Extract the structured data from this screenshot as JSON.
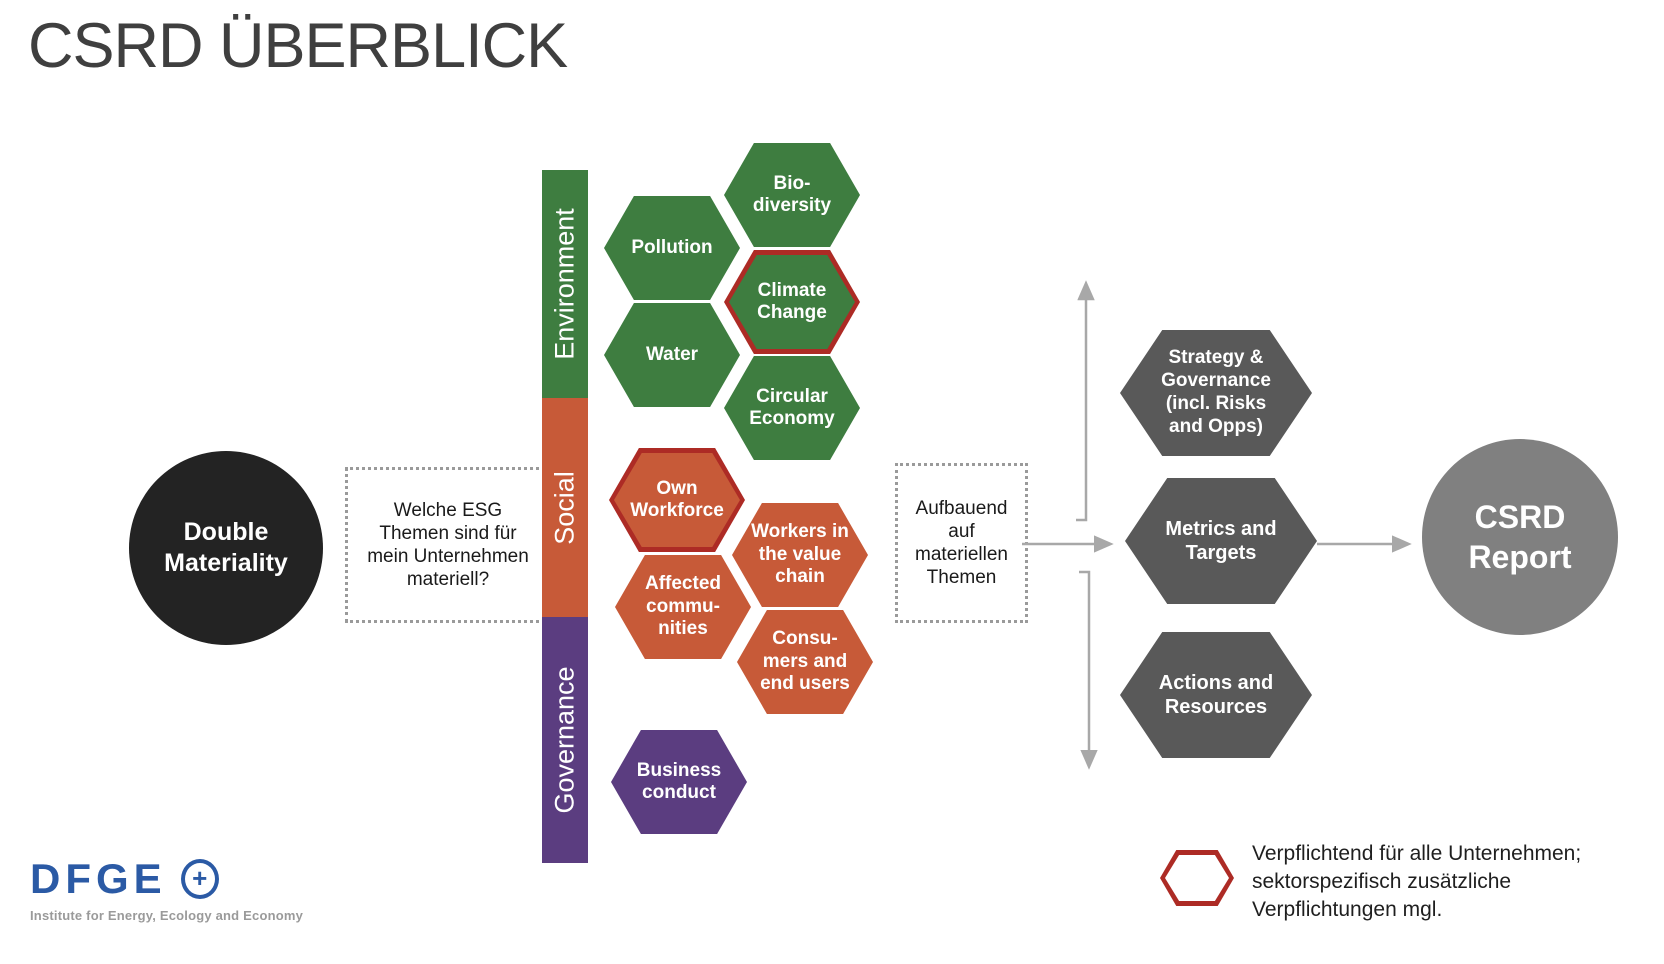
{
  "title": "CSRD ÜBERBLICK",
  "flow": {
    "double_materiality": "Double\nMateriality",
    "question": "Welche ESG Themen sind für mein Unternehmen materiell?",
    "basis_note": "Aufbauend auf materiellen Themen",
    "csrd_report": "CSRD\nReport"
  },
  "esg_bar": {
    "segments": [
      {
        "label": "Environment",
        "color": "#3E7D40"
      },
      {
        "label": "Social",
        "color": "#C75A38"
      },
      {
        "label": "Governance",
        "color": "#5B3D80"
      }
    ]
  },
  "topics": {
    "environment": [
      {
        "id": "biodiversity",
        "label": "Bio-\ndiversity",
        "mandatory_all": false
      },
      {
        "id": "pollution",
        "label": "Pollution",
        "mandatory_all": false
      },
      {
        "id": "climate_change",
        "label": "Climate\nChange",
        "mandatory_all": true
      },
      {
        "id": "water",
        "label": "Water",
        "mandatory_all": false
      },
      {
        "id": "circular_economy",
        "label": "Circular\nEconomy",
        "mandatory_all": false
      }
    ],
    "social": [
      {
        "id": "own_workforce",
        "label": "Own\nWorkforce",
        "mandatory_all": true
      },
      {
        "id": "workers_value_chain",
        "label": "Workers in\nthe value\nchain",
        "mandatory_all": false
      },
      {
        "id": "affected_communities",
        "label": "Affected\ncommu-\nnities",
        "mandatory_all": false
      },
      {
        "id": "consumers_end_users",
        "label": "Consu-\nmers and\nend users",
        "mandatory_all": false
      }
    ],
    "governance": [
      {
        "id": "business_conduct",
        "label": "Business\nconduct",
        "mandatory_all": false
      }
    ]
  },
  "reporting": [
    {
      "id": "strategy_governance",
      "label": "Strategy &\nGovernance\n(incl. Risks\nand Opps)"
    },
    {
      "id": "metrics_targets",
      "label": "Metrics and\nTargets"
    },
    {
      "id": "actions_resources",
      "label": "Actions and\nResources"
    }
  ],
  "legend": {
    "marker_color": "#AD2B25",
    "text": "Verpflichtend für alle Unternehmen;\nsektorspezifisch zusätzliche\nVerpflichtungen mgl."
  },
  "footer": {
    "logo": "DFGE",
    "tagline": "Institute for Energy, Ecology and Economy"
  },
  "colors": {
    "environment_green": "#3E7D40",
    "social_orange": "#C75A38",
    "governance_purple": "#5B3D80",
    "reporting_gray": "#595959",
    "report_circle_gray": "#808080",
    "start_circle_black": "#232323",
    "mandatory_border_red": "#AD2B25",
    "connector_gray": "#A8A8A8",
    "logo_blue": "#2B5AA5"
  }
}
